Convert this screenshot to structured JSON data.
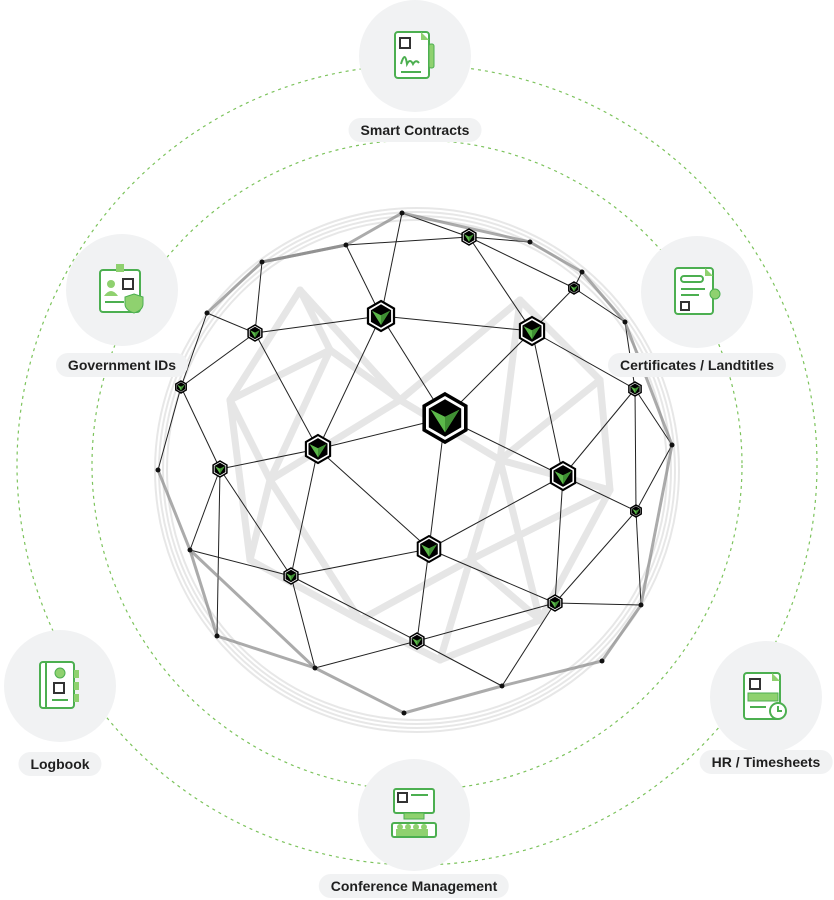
{
  "features": [
    {
      "id": "smart-contracts",
      "label": "Smart Contracts",
      "icon": "signed-contract-icon"
    },
    {
      "id": "government-ids",
      "label": "Government IDs",
      "icon": "id-card-icon"
    },
    {
      "id": "certificates",
      "label": "Certificates / Landtitles",
      "icon": "certificate-icon"
    },
    {
      "id": "logbook",
      "label": "Logbook",
      "icon": "logbook-icon"
    },
    {
      "id": "hr-timesheets",
      "label": "HR / Timesheets",
      "icon": "timesheet-icon"
    },
    {
      "id": "conference",
      "label": "Conference Management",
      "icon": "conference-icon"
    }
  ],
  "colors": {
    "accent": "#5cb84a",
    "accent_light": "#8fd16f",
    "ring": "#7cc35c",
    "bubble": "#f1f2f3",
    "node": "#000000"
  }
}
